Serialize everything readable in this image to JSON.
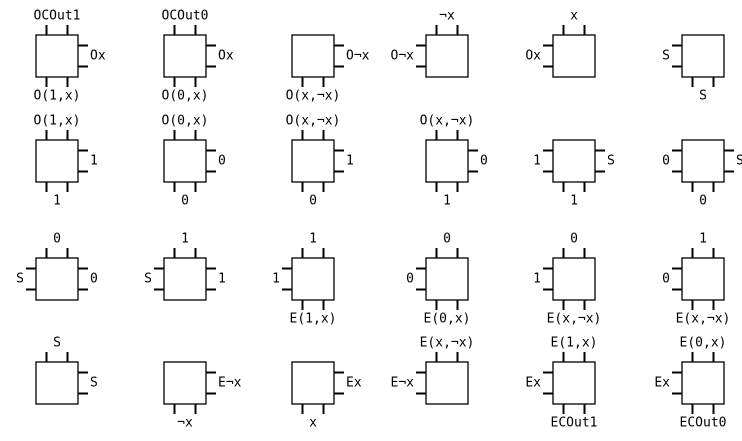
{
  "tiles": [
    {
      "name": "tile-r1-c1",
      "top": [
        "OCOut1"
      ],
      "right": [
        "Ox"
      ],
      "bottom": [
        "O(1,x)"
      ],
      "left": []
    },
    {
      "name": "tile-r1-c2",
      "top": [
        "OCOut0"
      ],
      "right": [
        "Ox"
      ],
      "bottom": [
        "O(0,x)"
      ],
      "left": []
    },
    {
      "name": "tile-r1-c3",
      "top": [],
      "right": [
        "O¬x"
      ],
      "bottom": [
        "O(x,¬x)"
      ],
      "left": []
    },
    {
      "name": "tile-r1-c4",
      "top": [
        "¬x"
      ],
      "right": [],
      "bottom": [],
      "left": [
        "O¬x"
      ]
    },
    {
      "name": "tile-r1-c5",
      "top": [
        "x"
      ],
      "right": [],
      "bottom": [],
      "left": [
        "Ox"
      ]
    },
    {
      "name": "tile-r1-c6",
      "top": [],
      "right": [],
      "bottom": [
        "S"
      ],
      "left": [
        "S"
      ]
    },
    {
      "name": "tile-r2-c1",
      "top": [
        "O(1,x)"
      ],
      "right": [
        "1"
      ],
      "bottom": [
        "1"
      ],
      "left": []
    },
    {
      "name": "tile-r2-c2",
      "top": [
        "O(0,x)"
      ],
      "right": [
        "0"
      ],
      "bottom": [
        "0"
      ],
      "left": []
    },
    {
      "name": "tile-r2-c3",
      "top": [
        "O(x,¬x)"
      ],
      "right": [
        "1"
      ],
      "bottom": [
        "0"
      ],
      "left": []
    },
    {
      "name": "tile-r2-c4",
      "top": [
        "O(x,¬x)"
      ],
      "right": [
        "0"
      ],
      "bottom": [
        "1"
      ],
      "left": []
    },
    {
      "name": "tile-r2-c5",
      "top": [],
      "right": [
        "S"
      ],
      "bottom": [
        "1"
      ],
      "left": [
        "1"
      ]
    },
    {
      "name": "tile-r2-c6",
      "top": [],
      "right": [
        "S"
      ],
      "bottom": [
        "0"
      ],
      "left": [
        "0"
      ]
    },
    {
      "name": "tile-r3-c1",
      "top": [
        "0"
      ],
      "right": [
        "0"
      ],
      "bottom": [],
      "left": [
        "S"
      ]
    },
    {
      "name": "tile-r3-c2",
      "top": [
        "1"
      ],
      "right": [
        "1"
      ],
      "bottom": [],
      "left": [
        "S"
      ]
    },
    {
      "name": "tile-r3-c3",
      "top": [
        "1"
      ],
      "right": [],
      "bottom": [
        "E(1,x)"
      ],
      "left": [
        "1"
      ]
    },
    {
      "name": "tile-r3-c4",
      "top": [
        "0"
      ],
      "right": [],
      "bottom": [
        "E(0,x)"
      ],
      "left": [
        "0"
      ]
    },
    {
      "name": "tile-r3-c5",
      "top": [
        "0"
      ],
      "right": [],
      "bottom": [
        "E(x,¬x)"
      ],
      "left": [
        "1"
      ]
    },
    {
      "name": "tile-r3-c6",
      "top": [
        "1"
      ],
      "right": [],
      "bottom": [
        "E(x,¬x)"
      ],
      "left": [
        "0"
      ]
    },
    {
      "name": "tile-r4-c1",
      "top": [
        "S"
      ],
      "right": [
        "S"
      ],
      "bottom": [],
      "left": []
    },
    {
      "name": "tile-r4-c2",
      "top": [],
      "right": [
        "E¬x"
      ],
      "bottom": [
        "¬x"
      ],
      "left": []
    },
    {
      "name": "tile-r4-c3",
      "top": [],
      "right": [
        "Ex"
      ],
      "bottom": [
        "x"
      ],
      "left": []
    },
    {
      "name": "tile-r4-c4",
      "top": [
        "E(x,¬x)"
      ],
      "right": [],
      "bottom": [],
      "left": [
        "E¬x"
      ]
    },
    {
      "name": "tile-r4-c5",
      "top": [
        "E(1,x)"
      ],
      "right": [],
      "bottom": [
        "ECOut1"
      ],
      "left": [
        "Ex"
      ]
    },
    {
      "name": "tile-r4-c6",
      "top": [
        "E(0,x)"
      ],
      "right": [],
      "bottom": [
        "ECOut0"
      ],
      "left": [
        "Ex"
      ]
    }
  ]
}
